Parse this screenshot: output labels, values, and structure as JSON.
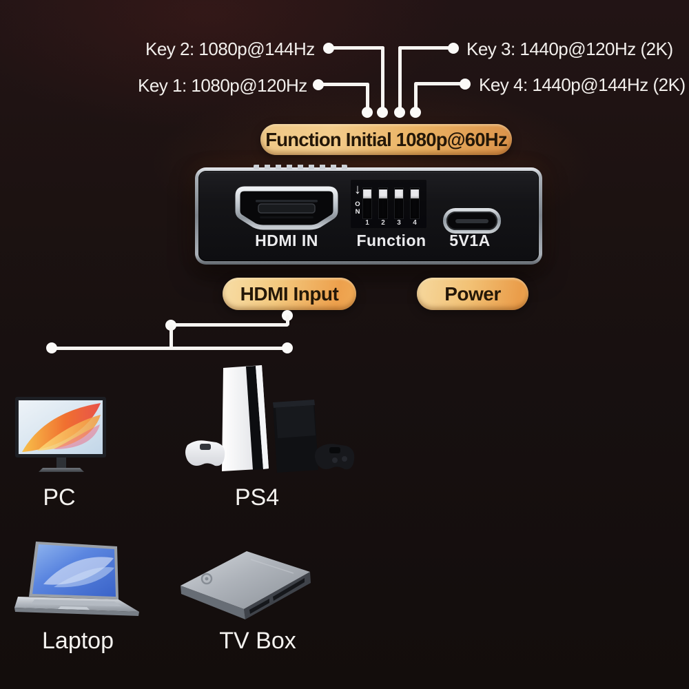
{
  "keys": [
    {
      "label": "Key 1: 1080p@120Hz"
    },
    {
      "label": "Key 2: 1080p@144Hz"
    },
    {
      "label": "Key 3: 1440p@120Hz (2K)"
    },
    {
      "label": "Key 4: 1440p@144Hz (2K)"
    }
  ],
  "function_initial_badge": {
    "label": "Function Initial 1080p@60Hz"
  },
  "device_panel": {
    "hdmi_port_label": "HDMI IN",
    "dip_section_label": "Function",
    "power_port_label": "5V1A",
    "dip_on_arrow": "↓",
    "dip_on_label": "ON",
    "dip_switch_numbers": [
      "1",
      "2",
      "3",
      "4"
    ]
  },
  "port_badges": {
    "hdmi_input": "HDMI Input",
    "power": "Power"
  },
  "source_devices": [
    {
      "label": "PC"
    },
    {
      "label": "PS4"
    },
    {
      "label": "Laptop"
    },
    {
      "label": "TV Box"
    }
  ],
  "colors": {
    "background": "#1b110f",
    "connector_white": "#f7f5f2",
    "badge_gold_light": "#f6d9a2",
    "badge_gold_dark": "#db924a",
    "badge_text": "#241708",
    "label_text": "#f3f1ee"
  }
}
